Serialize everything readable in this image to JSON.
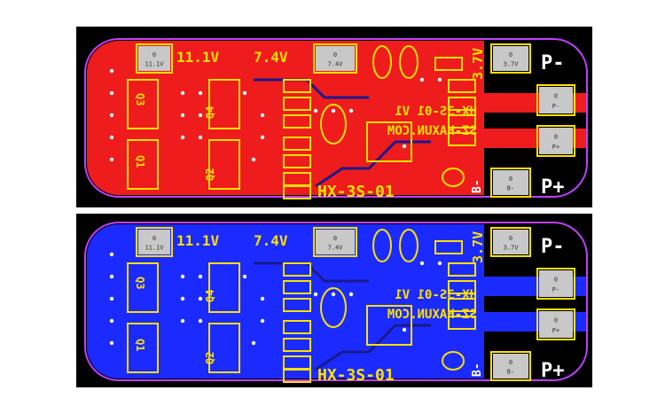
{
  "boards": [
    {
      "id": "top",
      "board_color": "#ee1c1c",
      "labels": {
        "voltage_11": "11.1V",
        "voltage_7": "7.4V",
        "voltage_37": "3.7V",
        "model": "HX-3S-01",
        "brand_line1": "HX-3S-01 V1",
        "brand_line2": "SZ-HAXUN.COM",
        "b_minus": "B-",
        "p_minus": "P-",
        "p_plus": "P+",
        "q1": "Q1",
        "q2": "Q2",
        "q3": "Q3",
        "q4": "Q4",
        "pad_zero": "0",
        "pad_11v": "11.1V",
        "pad_74v": "7.4V",
        "pad_37v": "3.7V",
        "pad_pminus": "P-",
        "pad_pplus": "P+",
        "pad_bminus": "B-"
      }
    },
    {
      "id": "bottom",
      "board_color": "#1b2bff",
      "labels": {
        "voltage_11": "11.1V",
        "voltage_7": "7.4V",
        "voltage_37": "3.7V",
        "model": "HX-3S-01",
        "brand_line1": "HX-3S-01 V1",
        "brand_line2": "SZ-HAXUN.COM",
        "b_minus": "B-",
        "p_minus": "P-",
        "p_plus": "P+",
        "q1": "Q1",
        "q2": "Q2",
        "q3": "Q3",
        "q4": "Q4",
        "pad_zero": "0",
        "pad_11v": "11.1V",
        "pad_74v": "7.4V",
        "pad_37v": "3.7V",
        "pad_pminus": "P-",
        "pad_pplus": "P+",
        "pad_bminus": "B-"
      }
    }
  ],
  "colors": {
    "silkscreen": "#ffe000",
    "pad": "#c8c8c8",
    "outline": "#c040ff",
    "panel": "#000000"
  }
}
